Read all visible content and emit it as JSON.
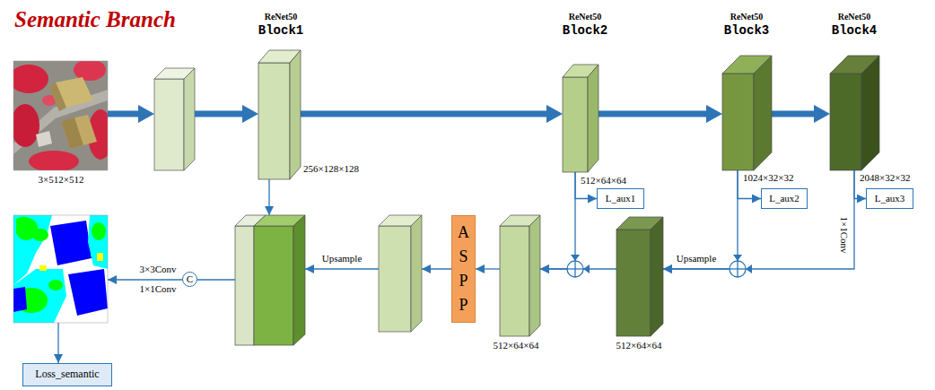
{
  "diagram": {
    "title": "Semantic Branch",
    "nodes": [
      {
        "text": [
          "ReNet50",
          "Block1",
          "256×128×128"
        ]
      },
      {
        "text": [
          "ReNet50",
          "Block2",
          "512×64×64"
        ]
      },
      {
        "text": [
          "ReNet50",
          "Block3",
          "1024×32×32"
        ]
      },
      {
        "text": [
          "ReNet50",
          "Block4",
          "2048×32×32"
        ]
      },
      {
        "text": [
          "L_aux1"
        ]
      },
      {
        "text": [
          "L_aux2"
        ]
      },
      {
        "text": [
          "L_aux3"
        ]
      },
      {
        "text": [
          "512×64×64"
        ]
      },
      {
        "text": [
          "512×64×64"
        ]
      },
      {
        "text": [
          "ASPP"
        ]
      },
      {
        "text": [
          "C"
        ]
      },
      {
        "text": [
          "Loss_semantic"
        ]
      }
    ],
    "edges": [
      {
        "from": 0,
        "to": 1,
        "arrow": "to"
      },
      {
        "from": 1,
        "to": 2,
        "arrow": "to"
      },
      {
        "from": 2,
        "to": 3,
        "arrow": "to"
      },
      {
        "from": 1,
        "to": 4,
        "arrow": "to"
      },
      {
        "from": 2,
        "to": 5,
        "arrow": "to"
      },
      {
        "from": 3,
        "to": 6,
        "arrow": "to"
      },
      {
        "from": 3,
        "to": 7,
        "arrow": "to"
      },
      {
        "from": 2,
        "to": 7,
        "arrow": "to"
      },
      {
        "from": 7,
        "to": 8,
        "arrow": "to"
      },
      {
        "from": 1,
        "to": 8,
        "arrow": "to"
      },
      {
        "from": 8,
        "to": 9,
        "arrow": "to"
      }
    ],
    "labels": [
      "3×512×512",
      "Upsample",
      "1×1Conv",
      "Upsample",
      "3×3Conv",
      "1×1Conv"
    ]
  }
}
